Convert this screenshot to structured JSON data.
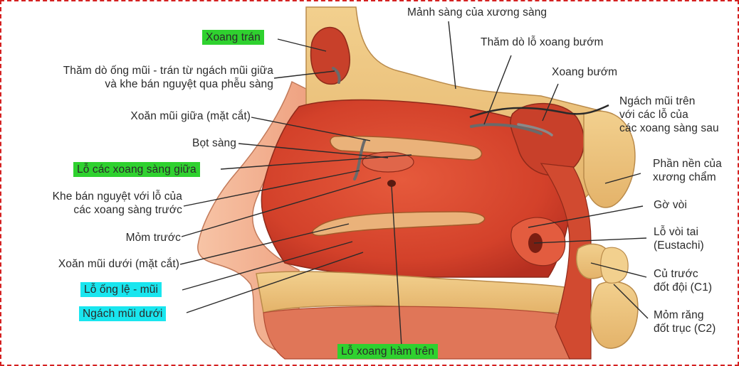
{
  "colors": {
    "frame": "#d42020",
    "highlight_green": "#2fd12f",
    "highlight_cyan": "#19e6ef",
    "mucosa": "#d9452c",
    "bone": "#e9c27a",
    "skin": "#f3b08e"
  },
  "labels": {
    "xoang_tran": "Xoang trán",
    "tham_do_ong_mui_tran_line1": "Thăm dò ống mũi - trán từ ngách mũi giữa",
    "tham_do_ong_mui_tran_line2": "và khe bán nguyệt qua phễu sàng",
    "xoan_mui_giua": "Xoăn mũi giữa (mặt cắt)",
    "bot_sang": "Bọt sàng",
    "lo_cac_xoang_sang_giua": "Lỗ các xoang sàng giữa",
    "khe_ban_nguyet_line1": "Khe bán nguyệt với lỗ của",
    "khe_ban_nguyet_line2": "các xoang sàng trước",
    "mom_truoc": "Mỏm trước",
    "xoan_mui_duoi": "Xoăn mũi dưới (mặt cắt)",
    "lo_ong_le_mui": "Lỗ ống lệ - mũi",
    "ngach_mui_duoi": "Ngách mũi dưới",
    "lo_xoang_ham_tren": "Lỗ xoang hàm trên",
    "manh_sang": "Mảnh sàng của xương sàng",
    "tham_do_lo_xoang_buom": "Thăm dò lỗ xoang bướm",
    "xoang_buom": "Xoang bướm",
    "ngach_mui_tren_line1": "Ngách mũi trên",
    "ngach_mui_tren_line2": "với các lỗ của",
    "ngach_mui_tren_line3": "các xoang sàng sau",
    "phan_nen_line1": "Phần nền của",
    "phan_nen_line2": "xương chẩm",
    "go_voi": "Gờ vòi",
    "lo_voi_tai_line1": "Lỗ vòi tai",
    "lo_voi_tai_line2": "(Eustachi)",
    "cu_truoc_line1": "Củ trước",
    "cu_truoc_line2": "đốt đội (C1)",
    "mom_rang_line1": "Mỏm răng",
    "mom_rang_line2": "đốt trục (C2)"
  }
}
